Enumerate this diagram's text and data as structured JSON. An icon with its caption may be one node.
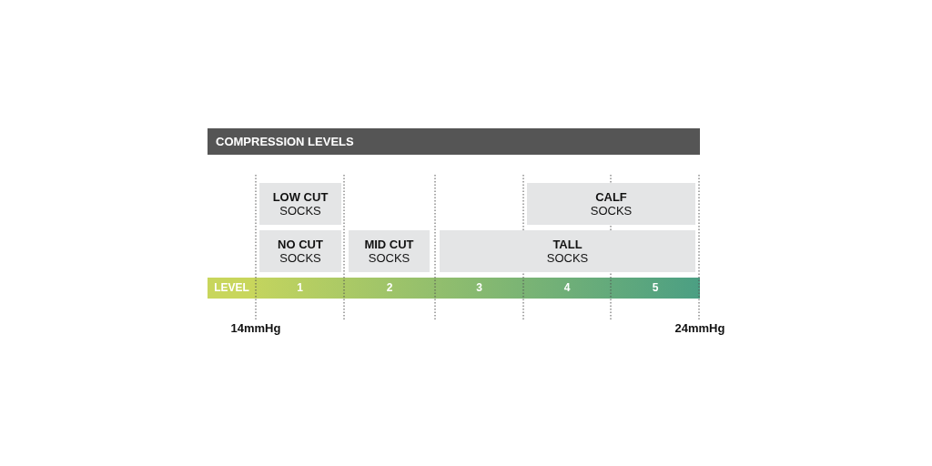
{
  "diagram": {
    "title": "COMPRESSION LEVELS",
    "nodes": [
      {
        "text": [
          "LOW CUT",
          "SOCKS"
        ]
      },
      {
        "text": [
          "CALF",
          "SOCKS"
        ]
      },
      {
        "text": [
          "NO CUT",
          "SOCKS"
        ]
      },
      {
        "text": [
          "MID CUT",
          "SOCKS"
        ]
      },
      {
        "text": [
          "TALL",
          "SOCKS"
        ]
      },
      {
        "text": [
          "LEVEL",
          "1",
          "2",
          "3",
          "4",
          "5"
        ]
      }
    ],
    "labels": [
      "14mmHg",
      "24mmHg"
    ]
  }
}
